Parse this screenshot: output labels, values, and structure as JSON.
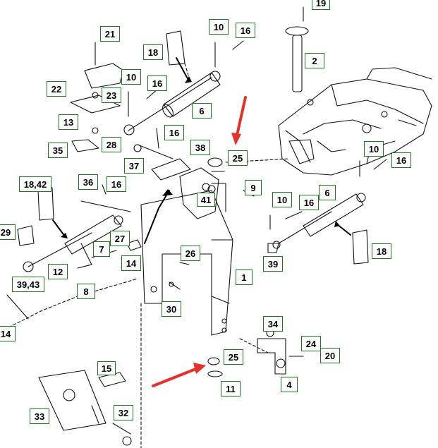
{
  "diagram": {
    "callout_border_color": "#1a7a1a",
    "callouts": [
      {
        "id": "19",
        "label": "19"
      },
      {
        "id": "21",
        "label": "21"
      },
      {
        "id": "10a",
        "label": "10"
      },
      {
        "id": "16a",
        "label": "16"
      },
      {
        "id": "18a",
        "label": "18"
      },
      {
        "id": "2",
        "label": "2"
      },
      {
        "id": "10b",
        "label": "10"
      },
      {
        "id": "16b",
        "label": "16"
      },
      {
        "id": "22",
        "label": "22"
      },
      {
        "id": "23",
        "label": "23"
      },
      {
        "id": "6a",
        "label": "6"
      },
      {
        "id": "13",
        "label": "13"
      },
      {
        "id": "16c",
        "label": "16"
      },
      {
        "id": "28",
        "label": "28"
      },
      {
        "id": "35",
        "label": "35"
      },
      {
        "id": "38",
        "label": "38"
      },
      {
        "id": "25a",
        "label": "25"
      },
      {
        "id": "37",
        "label": "37"
      },
      {
        "id": "10c",
        "label": "10"
      },
      {
        "id": "16d",
        "label": "16"
      },
      {
        "id": "18_42",
        "label": "18,42"
      },
      {
        "id": "36",
        "label": "36"
      },
      {
        "id": "16e",
        "label": "16"
      },
      {
        "id": "9",
        "label": "9"
      },
      {
        "id": "6b",
        "label": "6"
      },
      {
        "id": "41",
        "label": "41"
      },
      {
        "id": "10d",
        "label": "10"
      },
      {
        "id": "16f",
        "label": "16"
      },
      {
        "id": "29",
        "label": "29"
      },
      {
        "id": "27",
        "label": "27"
      },
      {
        "id": "7",
        "label": "7"
      },
      {
        "id": "18b",
        "label": "18"
      },
      {
        "id": "39a",
        "label": "39"
      },
      {
        "id": "26",
        "label": "26"
      },
      {
        "id": "14a",
        "label": "14"
      },
      {
        "id": "12",
        "label": "12"
      },
      {
        "id": "1",
        "label": "1"
      },
      {
        "id": "39_43",
        "label": "39,43"
      },
      {
        "id": "8",
        "label": "8"
      },
      {
        "id": "30",
        "label": "30"
      },
      {
        "id": "14b",
        "label": "14"
      },
      {
        "id": "34",
        "label": "34"
      },
      {
        "id": "24",
        "label": "24"
      },
      {
        "id": "20",
        "label": "20"
      },
      {
        "id": "25b",
        "label": "25"
      },
      {
        "id": "15",
        "label": "15"
      },
      {
        "id": "4",
        "label": "4"
      },
      {
        "id": "11",
        "label": "11"
      },
      {
        "id": "32",
        "label": "32"
      },
      {
        "id": "33",
        "label": "33"
      }
    ],
    "arrow_color": "#e8302b"
  }
}
